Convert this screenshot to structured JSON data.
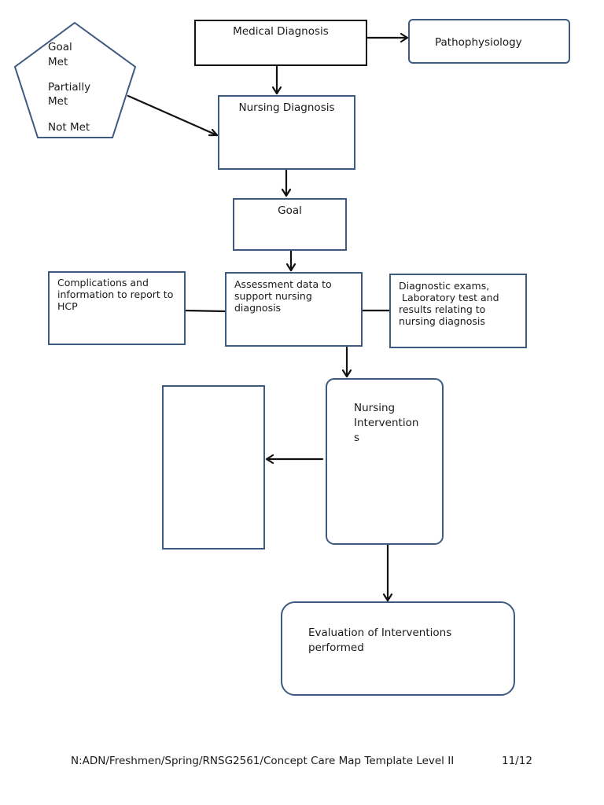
{
  "diagram": {
    "medical_diagnosis": "Medical Diagnosis",
    "pathophysiology": "Pathophysiology",
    "nursing_diagnosis": "Nursing Diagnosis",
    "goal": "Goal",
    "pentagon_lines": [
      "Goal",
      "Met",
      "Partially",
      "Met",
      "Not Met"
    ],
    "complications": [
      "Complications and",
      "information to report to",
      "HCP"
    ],
    "assessment": [
      "Assessment data to",
      "support nursing",
      "diagnosis"
    ],
    "diagnostic": [
      "Diagnostic exams,",
      " Laboratory test and",
      "results relating to",
      "nursing diagnosis"
    ],
    "interventions": [
      "Nursing",
      "Intervention",
      "s"
    ],
    "evaluation": [
      "Evaluation of Interventions",
      "performed"
    ]
  },
  "footer": {
    "path": "N:ADN/Freshmen/Spring/RNSG2561/Concept Care Map Template Level II",
    "date": "11/12"
  },
  "colors": {
    "box_border": "#3d5a80",
    "connector": "#111111"
  }
}
